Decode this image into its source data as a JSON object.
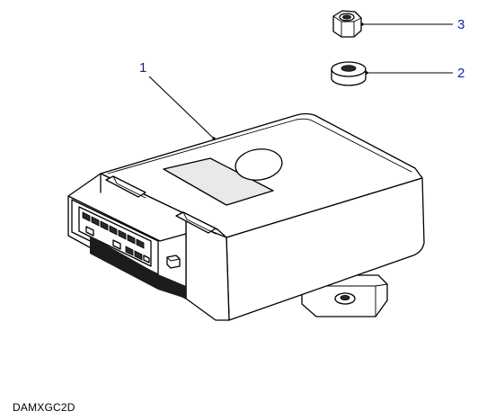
{
  "callouts": {
    "ecu_number": "1",
    "washer_number": "2",
    "nut_number": "3"
  },
  "reference_code": "DAMXGC2D",
  "colors": {
    "callout_text": "#1a1aa8",
    "line": "#000000",
    "panel_shade": "#e9e9e9"
  }
}
